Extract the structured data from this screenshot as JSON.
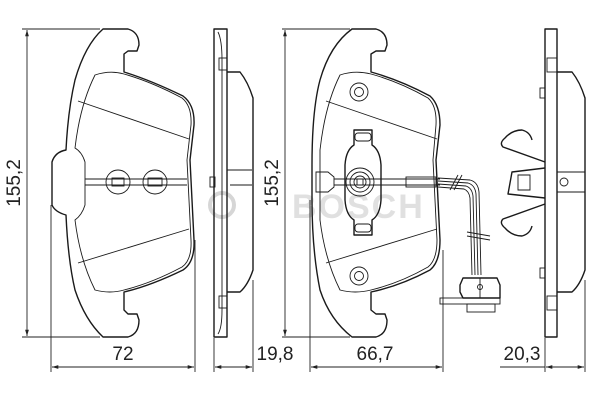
{
  "dimensions": {
    "left_height": "155,2",
    "left_width": "72",
    "side1_thickness": "19,8",
    "middle_height": "155,2",
    "middle_width": "66,7",
    "side2_thickness": "20,3"
  },
  "watermark": "BOSCH",
  "colors": {
    "line": "#1a1a1a",
    "watermark": "#d6d6d6"
  }
}
